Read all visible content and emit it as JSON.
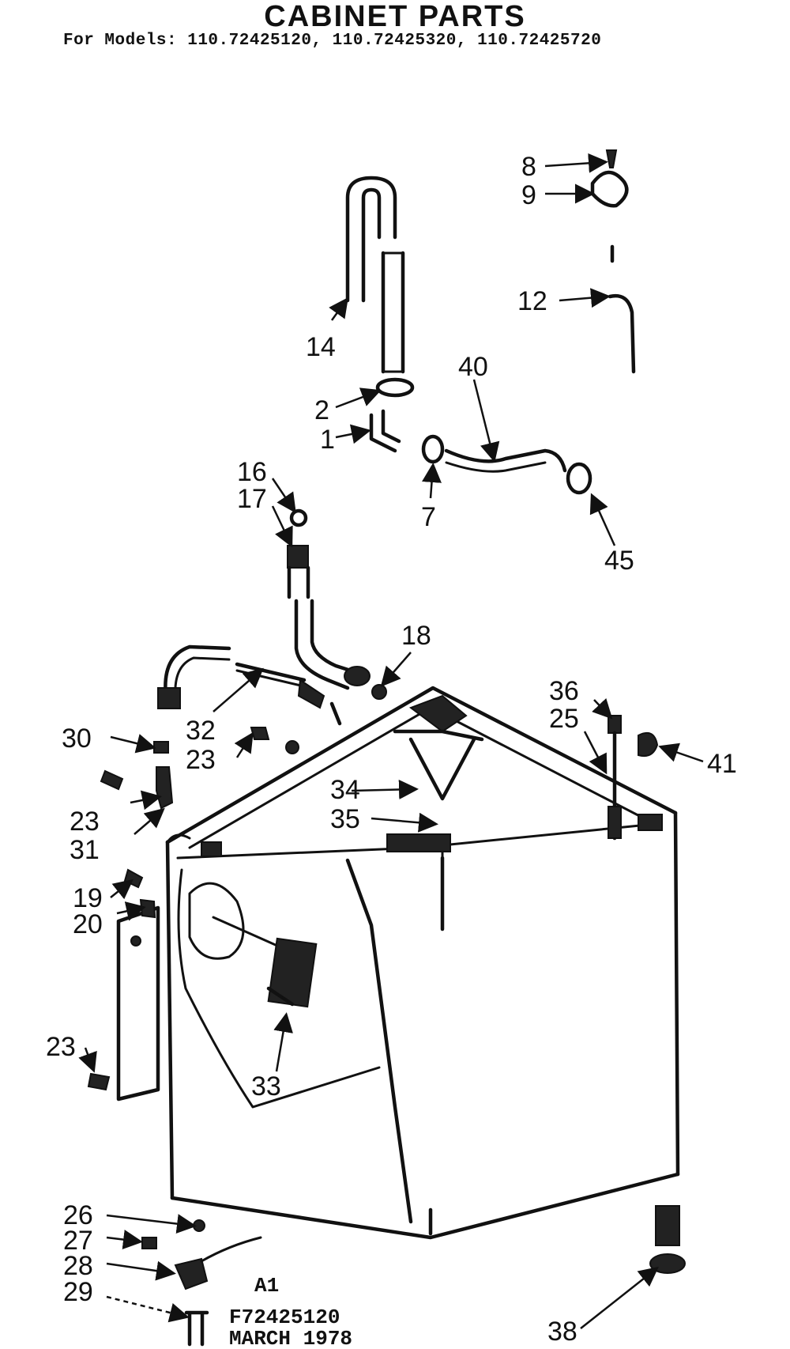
{
  "header": {
    "title": "CABINET PARTS",
    "models": "For Models: 110.72425120, 110.72425320, 110.72425720"
  },
  "labels": {
    "n1": "1",
    "n2": "2",
    "n7": "7",
    "n8": "8",
    "n9": "9",
    "n12": "12",
    "n14": "14",
    "n16": "16",
    "n17": "17",
    "n18": "18",
    "n19": "19",
    "n20": "20",
    "n23a": "23",
    "n23b": "23",
    "n23c": "23",
    "n25": "25",
    "n26": "26",
    "n27": "27",
    "n28": "28",
    "n29": "29",
    "n30": "30",
    "n31": "31",
    "n32": "32",
    "n33": "33",
    "n34": "34",
    "n35": "35",
    "n36": "36",
    "n38": "38",
    "n40": "40",
    "n41": "41",
    "n45": "45"
  },
  "footer": {
    "code": "A1",
    "part_no": "F72425120",
    "date": "MARCH 1978"
  }
}
